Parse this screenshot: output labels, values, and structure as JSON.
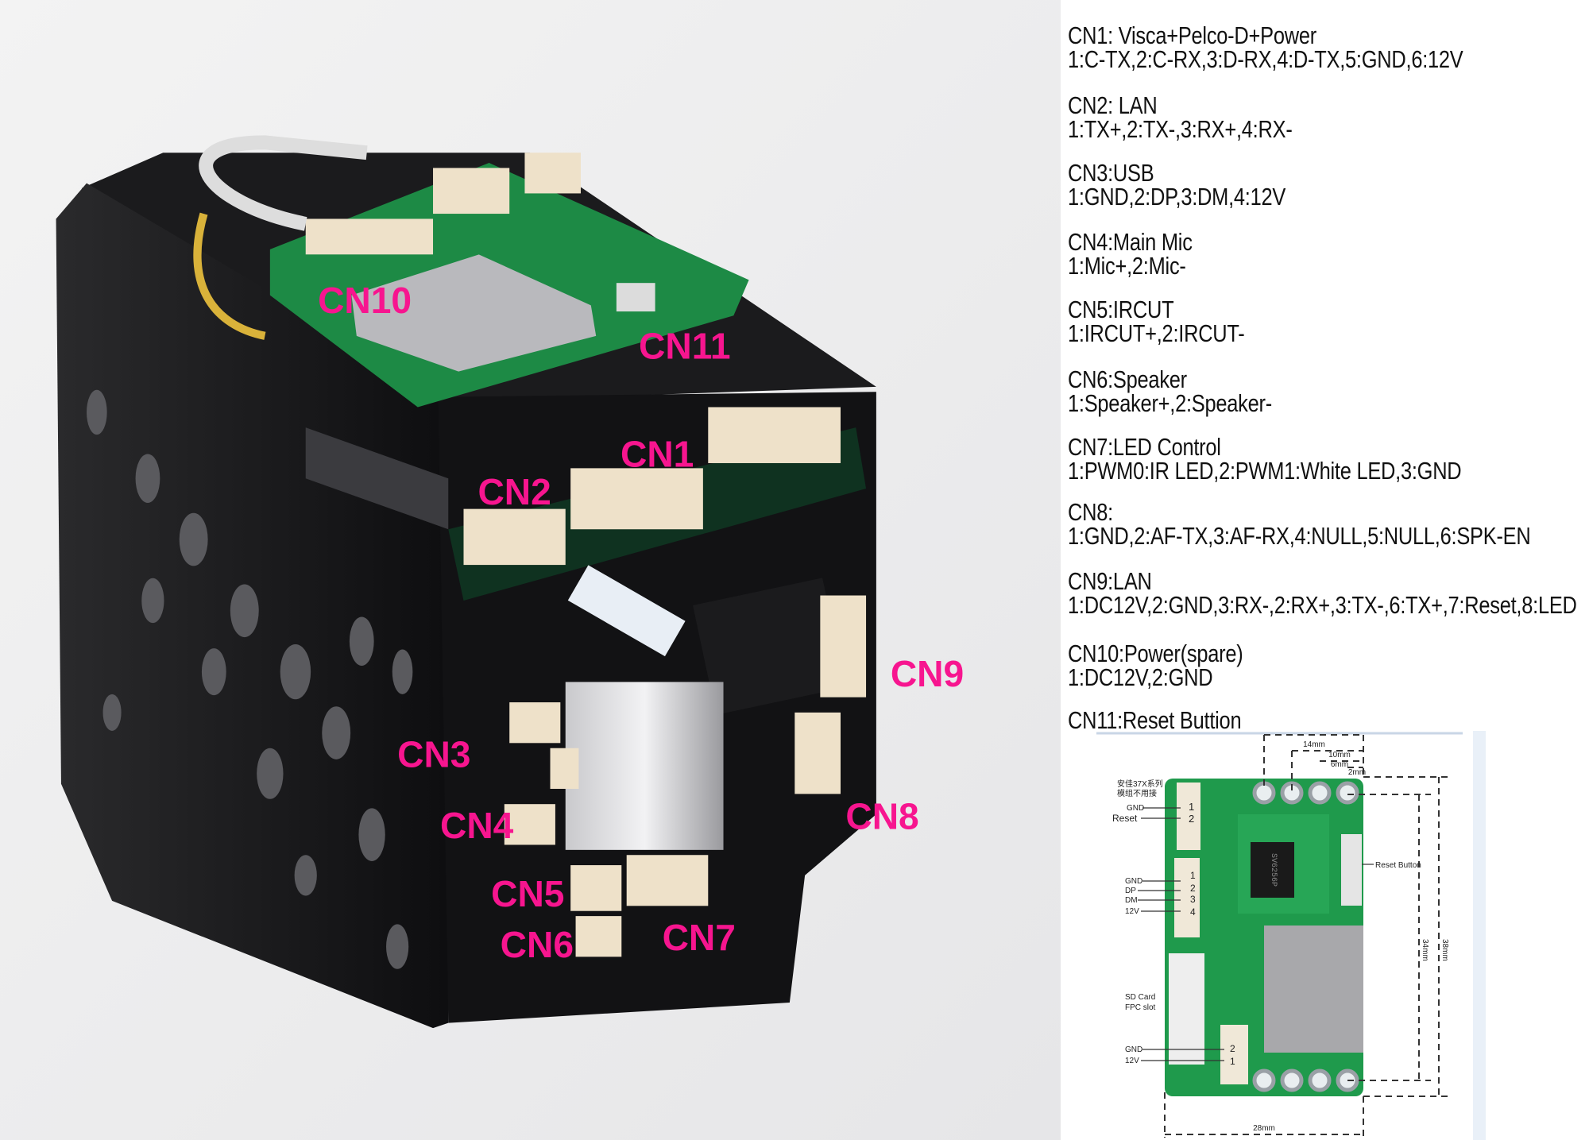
{
  "photo": {
    "label_color": "#f7158f",
    "labels": {
      "cn1": "CN1",
      "cn2": "CN2",
      "cn3": "CN3",
      "cn4": "CN4",
      "cn5": "CN5",
      "cn6": "CN6",
      "cn7": "CN7",
      "cn8": "CN8",
      "cn9": "CN9",
      "cn10": "CN10",
      "cn11": "CN11"
    }
  },
  "pinout": [
    {
      "title": "CN1: Visca+Pelco-D+Power",
      "pins": "1:C-TX,2:C-RX,3:D-RX,4:D-TX,5:GND,6:12V"
    },
    {
      "title": "CN2: LAN",
      "pins": "1:TX+,2:TX-,3:RX+,4:RX-"
    },
    {
      "title": "CN3:USB",
      "pins": "1:GND,2:DP,3:DM,4:12V"
    },
    {
      "title": "CN4:Main Mic",
      "pins": "1:Mic+,2:Mic-"
    },
    {
      "title": "CN5:IRCUT",
      "pins": "1:IRCUT+,2:IRCUT-"
    },
    {
      "title": "CN6:Speaker",
      "pins": "1:Speaker+,2:Speaker-"
    },
    {
      "title": "CN7:LED Control",
      "pins": "1:PWM0:IR LED,2:PWM1:White LED,3:GND"
    },
    {
      "title": "CN8:",
      "pins": "1:GND,2:AF-TX,3:AF-RX,4:NULL,5:NULL,6:SPK-EN"
    },
    {
      "title": "CN9:LAN",
      "pins": "1:DC12V,2:GND,3:RX-,2:RX+,3:TX-,6:TX+,7:Reset,8:LED"
    },
    {
      "title": "CN10:Power(spare)",
      "pins": "1:DC12V,2:GND"
    },
    {
      "title": "CN11:Reset Buttion",
      "pins": ""
    }
  ],
  "board_diagram": {
    "note_line1": "安佳37X系列",
    "note_line2": "模组不用接",
    "top_connector": {
      "gnd": "GND",
      "reset": "Reset",
      "pin1": "1",
      "pin2": "2"
    },
    "usb_connector": {
      "gnd": "GND",
      "dp": "DP",
      "dm": "DM",
      "v12": "12V",
      "pin1": "1",
      "pin2": "2",
      "pin3": "3",
      "pin4": "4"
    },
    "sd_label_1": "SD Card",
    "sd_label_2": "FPC slot",
    "power_connector": {
      "gnd": "GND",
      "v12": "12V",
      "pin2": "2",
      "pin1": "1"
    },
    "reset_button_label": "Reset Button",
    "chip_text": "SV6256P",
    "dimensions": {
      "d14": "14mm",
      "d10": "10mm",
      "d6": "6mm",
      "d2": "2mm",
      "d34": "34mm",
      "d38": "38mm",
      "d28": "28mm"
    },
    "pcb_color": "#1f9a4c"
  }
}
